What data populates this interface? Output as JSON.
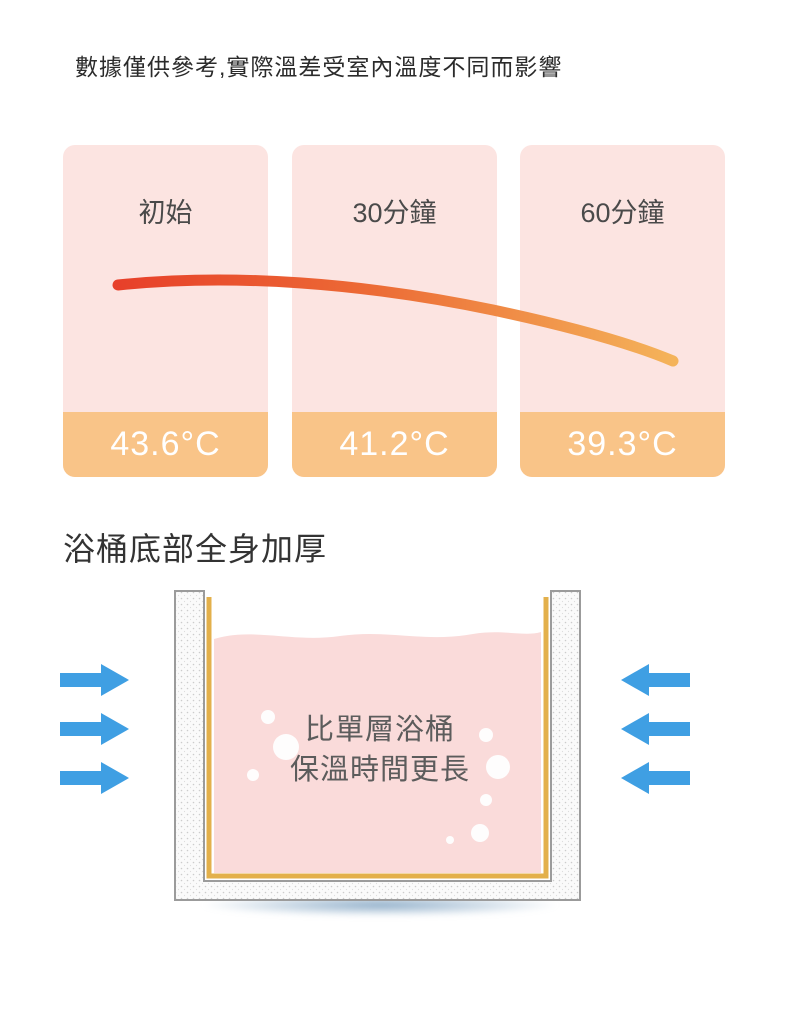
{
  "disclaimer": "數據僅供參考,實際溫差受室內溫度不同而影響",
  "cards": [
    {
      "label": "初始",
      "temp": "43.6°C"
    },
    {
      "label": "30分鐘",
      "temp": "41.2°C"
    },
    {
      "label": "60分鐘",
      "temp": "39.3°C"
    }
  ],
  "section_title": "浴桶底部全身加厚",
  "bucket": {
    "line1": "比單層浴桶",
    "line2": "保溫時間更長"
  },
  "chart_data": {
    "type": "line",
    "categories": [
      "初始",
      "30分鐘",
      "60分鐘"
    ],
    "values": [
      43.6,
      41.2,
      39.3
    ],
    "unit": "°C",
    "ylim": [
      39,
      44
    ],
    "legend": "none",
    "grid": "off"
  },
  "colors": {
    "card_pink": "#fce4e1",
    "card_bottom_orange": "#f9c488",
    "curve_gradient_start": "#e7402a",
    "curve_gradient_end": "#f4b35a",
    "arrow_blue": "#3f9fe3",
    "bucket_gold": "#e3b04b",
    "water_pink": "#fadbda"
  }
}
